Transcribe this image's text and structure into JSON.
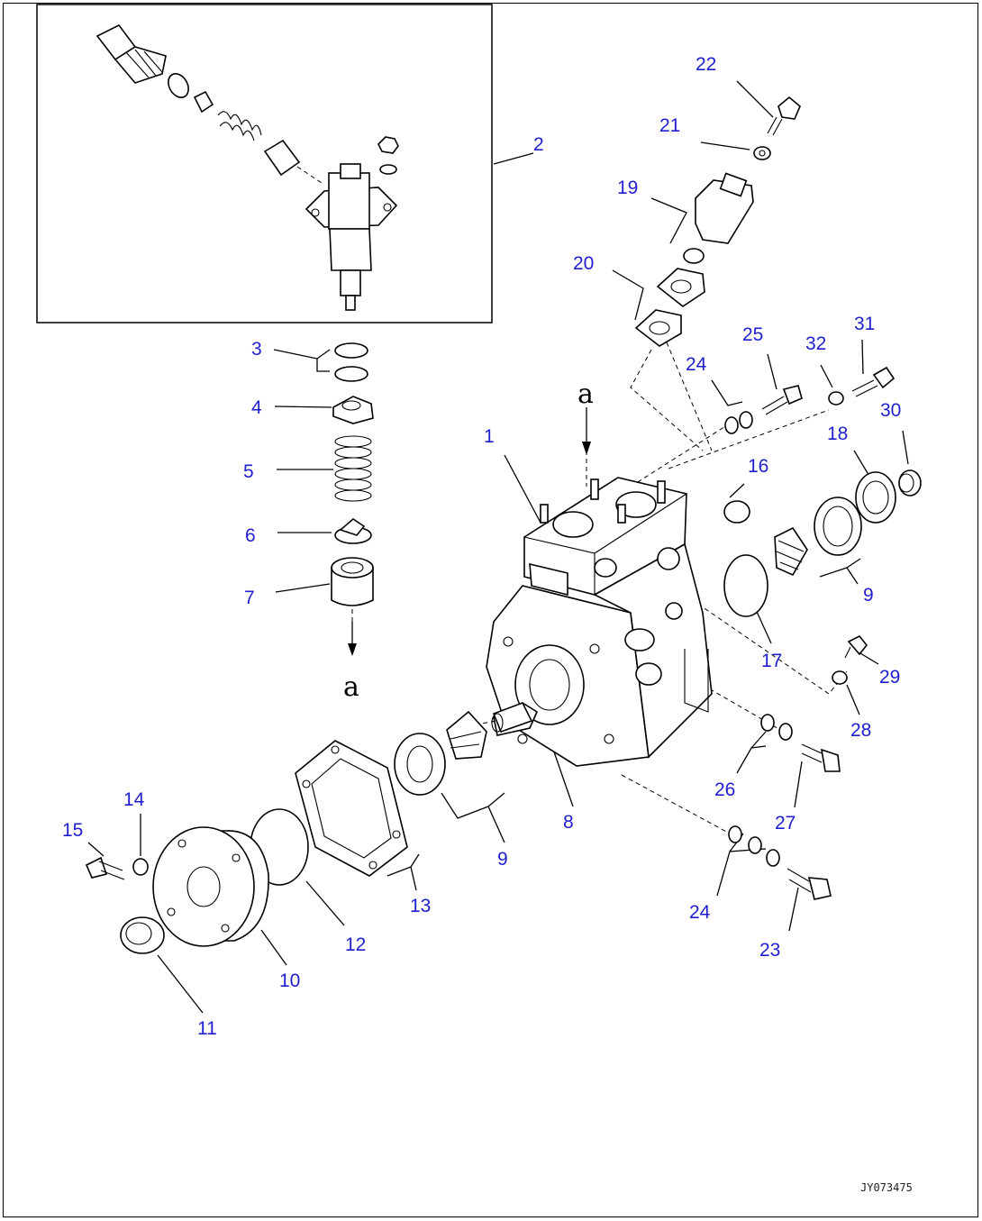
{
  "callouts": [
    {
      "id": "1",
      "text": "1"
    },
    {
      "id": "2",
      "text": "2"
    },
    {
      "id": "3",
      "text": "3"
    },
    {
      "id": "4",
      "text": "4"
    },
    {
      "id": "5",
      "text": "5"
    },
    {
      "id": "6",
      "text": "6"
    },
    {
      "id": "7",
      "text": "7"
    },
    {
      "id": "8",
      "text": "8"
    },
    {
      "id": "9a",
      "text": "9"
    },
    {
      "id": "9b",
      "text": "9"
    },
    {
      "id": "10",
      "text": "10"
    },
    {
      "id": "11",
      "text": "11"
    },
    {
      "id": "12",
      "text": "12"
    },
    {
      "id": "13",
      "text": "13"
    },
    {
      "id": "14",
      "text": "14"
    },
    {
      "id": "15",
      "text": "15"
    },
    {
      "id": "16",
      "text": "16"
    },
    {
      "id": "17",
      "text": "17"
    },
    {
      "id": "18",
      "text": "18"
    },
    {
      "id": "19",
      "text": "19"
    },
    {
      "id": "20",
      "text": "20"
    },
    {
      "id": "21",
      "text": "21"
    },
    {
      "id": "22",
      "text": "22"
    },
    {
      "id": "23",
      "text": "23"
    },
    {
      "id": "24a",
      "text": "24"
    },
    {
      "id": "24b",
      "text": "24"
    },
    {
      "id": "25",
      "text": "25"
    },
    {
      "id": "26",
      "text": "26"
    },
    {
      "id": "27",
      "text": "27"
    },
    {
      "id": "28",
      "text": "28"
    },
    {
      "id": "29",
      "text": "29"
    },
    {
      "id": "30",
      "text": "30"
    },
    {
      "id": "31",
      "text": "31"
    },
    {
      "id": "32",
      "text": "32"
    }
  ],
  "markers": {
    "top": "a",
    "bottom": "a"
  },
  "reference_code": "JY073475",
  "colors": {
    "callout": "#1f1fcf",
    "line": "#000000",
    "background": "#ffffff"
  }
}
